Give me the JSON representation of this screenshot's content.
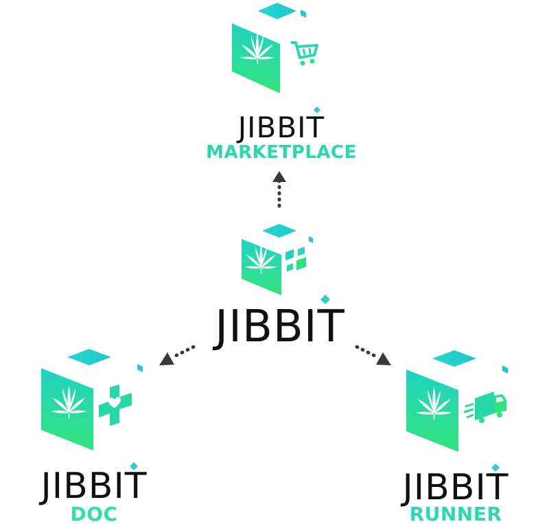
{
  "colors": {
    "teal": "#1fd3c2",
    "green": "#2de37e",
    "dark": "#111111",
    "arrow": "#3a3a3a",
    "dot": "#2ed1c6"
  },
  "nodes": {
    "marketplace": {
      "brand": "JIBBIT",
      "subtitle": "MARKETPLACE",
      "icon": "shopping-cart-icon"
    },
    "center": {
      "brand": "JIBBIT",
      "icon": "qr-code-icon"
    },
    "doc": {
      "brand": "JIBBIT",
      "subtitle": "DOC",
      "icon": "medical-cross-heart-icon"
    },
    "runner": {
      "brand": "JIBBIT",
      "subtitle": "RUNNER",
      "icon": "delivery-truck-icon"
    }
  }
}
